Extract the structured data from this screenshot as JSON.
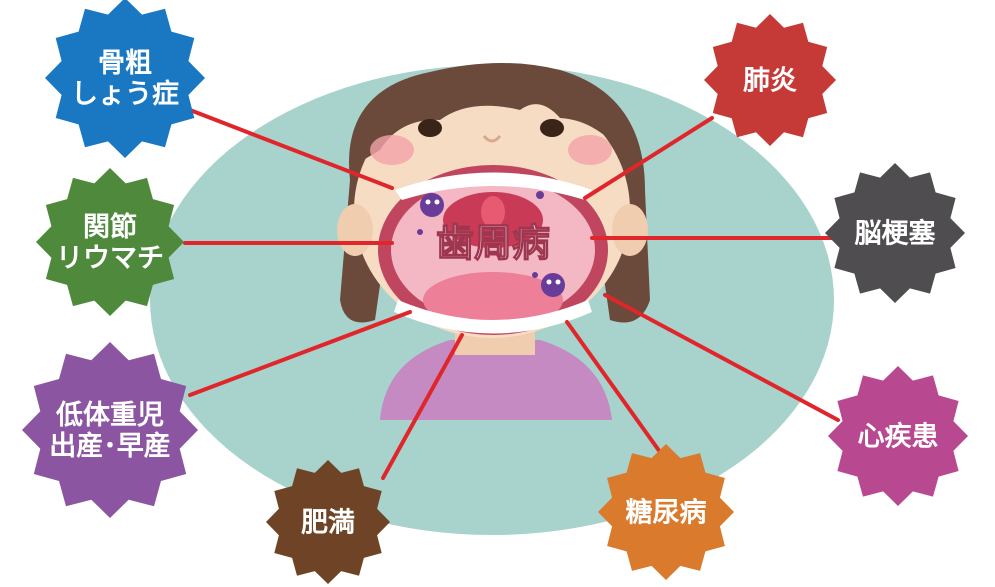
{
  "center": {
    "label": "歯周病"
  },
  "colors": {
    "oval": "#a8d2cc",
    "line": "#e0262b",
    "skin": "#f7dcc4",
    "hair": "#6b4a3c",
    "shirt": "#c58ac1",
    "mouth": "#f3b8c3",
    "tongue": "#ee7f98",
    "germ": "#6a3c9a"
  },
  "diseases": [
    {
      "id": "osteoporosis",
      "label_lines": [
        "骨粗",
        "しょう症"
      ],
      "color": "#1a78c2"
    },
    {
      "id": "rheumatism",
      "label_lines": [
        "関節",
        "リウマチ"
      ],
      "color": "#4f8a3c"
    },
    {
      "id": "low-birth-weight",
      "label_lines": [
        "低体重児",
        "出産･早産"
      ],
      "color": "#8b55a2"
    },
    {
      "id": "obesity",
      "label_lines": [
        "肥満"
      ],
      "color": "#6f4325"
    },
    {
      "id": "diabetes",
      "label_lines": [
        "糖尿病"
      ],
      "color": "#d97a2c"
    },
    {
      "id": "heart-disease",
      "label_lines": [
        "心疾患"
      ],
      "color": "#b8488f"
    },
    {
      "id": "stroke",
      "label_lines": [
        "脳梗塞"
      ],
      "color": "#4f4d50"
    },
    {
      "id": "pneumonia",
      "label_lines": [
        "肺炎"
      ],
      "color": "#c53a36"
    }
  ]
}
